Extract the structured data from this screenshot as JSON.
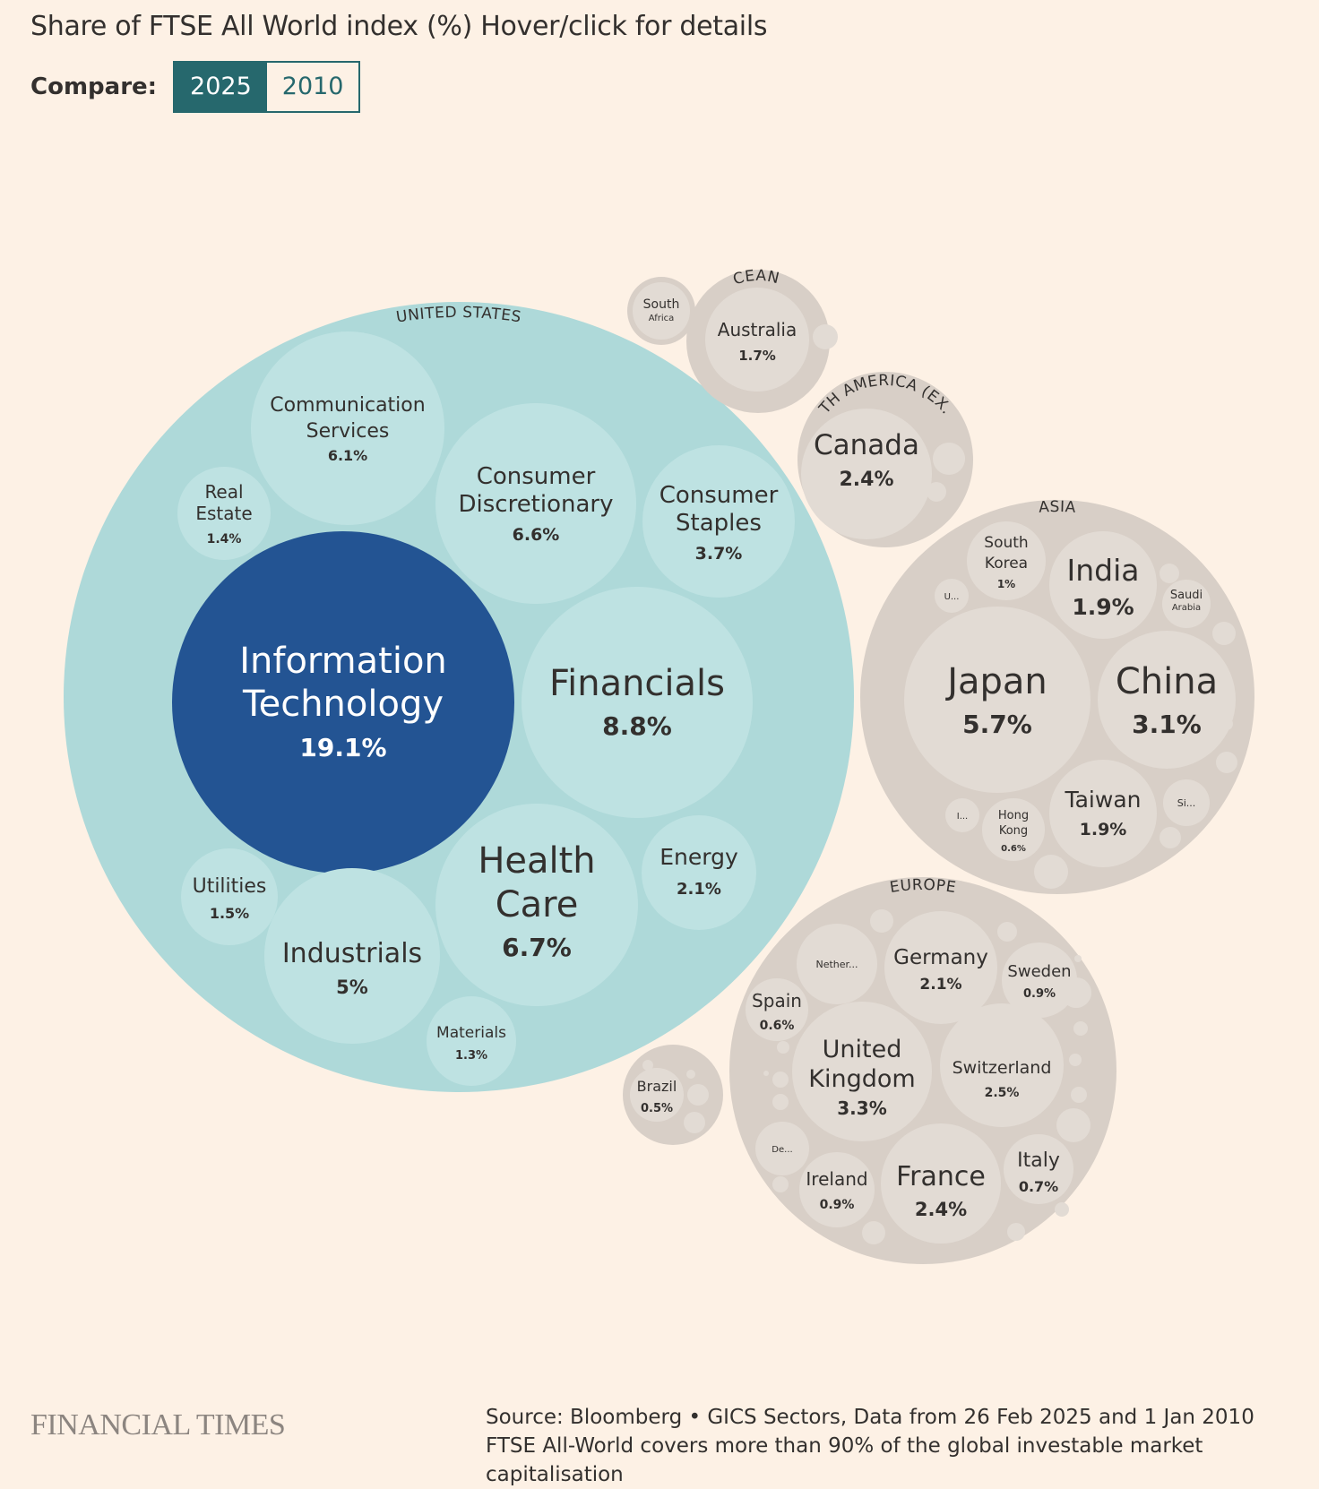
{
  "header": {
    "title": "Share of FTSE All World index (%) Hover/click for details"
  },
  "compare": {
    "label": "Compare:",
    "options": [
      "2025",
      "2010"
    ],
    "selected": "2025"
  },
  "colors": {
    "background": "#fdf1e5",
    "us_group": "#aed9d9",
    "us_sector": "#bee2e2",
    "highlight": "#235493",
    "other_group": "#d8cfc7",
    "other_item": "#e2dbd4",
    "toggle": "#26686d"
  },
  "chart_data": {
    "type": "bubble",
    "unit": "%",
    "groups": [
      {
        "name": "UNITED STATES",
        "children": [
          {
            "name": "Information Technology",
            "value": 19.1,
            "label": "19.1%",
            "highlight": true
          },
          {
            "name": "Financials",
            "value": 8.8,
            "label": "8.8%"
          },
          {
            "name": "Health Care",
            "value": 6.7,
            "label": "6.7%"
          },
          {
            "name": "Consumer Discretionary",
            "value": 6.6,
            "label": "6.6%"
          },
          {
            "name": "Communication Services",
            "value": 6.1,
            "label": "6.1%"
          },
          {
            "name": "Industrials",
            "value": 5,
            "label": "5%"
          },
          {
            "name": "Consumer Staples",
            "value": 3.7,
            "label": "3.7%"
          },
          {
            "name": "Energy",
            "value": 2.1,
            "label": "2.1%"
          },
          {
            "name": "Utilities",
            "value": 1.5,
            "label": "1.5%"
          },
          {
            "name": "Real Estate",
            "value": 1.4,
            "label": "1.4%"
          },
          {
            "name": "Materials",
            "value": 1.3,
            "label": "1.3%"
          }
        ]
      },
      {
        "name": "ASIA",
        "children": [
          {
            "name": "Japan",
            "value": 5.7,
            "label": "5.7%"
          },
          {
            "name": "China",
            "value": 3.1,
            "label": "3.1%"
          },
          {
            "name": "India",
            "value": 1.9,
            "label": "1.9%"
          },
          {
            "name": "Taiwan",
            "value": 1.9,
            "label": "1.9%"
          },
          {
            "name": "South Korea",
            "value": 1,
            "label": "1%"
          },
          {
            "name": "Hong Kong",
            "value": 0.6,
            "label": "0.6%"
          },
          {
            "name": "Saudi Arabia",
            "value": null,
            "label": ""
          },
          {
            "name": "U...",
            "value": null,
            "label": ""
          },
          {
            "name": "I...",
            "value": null,
            "label": ""
          },
          {
            "name": "Si...",
            "value": null,
            "label": ""
          }
        ]
      },
      {
        "name": "EUROPE",
        "children": [
          {
            "name": "United Kingdom",
            "value": 3.3,
            "label": "3.3%"
          },
          {
            "name": "Switzerland",
            "value": 2.5,
            "label": "2.5%"
          },
          {
            "name": "France",
            "value": 2.4,
            "label": "2.4%"
          },
          {
            "name": "Germany",
            "value": 2.1,
            "label": "2.1%"
          },
          {
            "name": "Sweden",
            "value": 0.9,
            "label": "0.9%"
          },
          {
            "name": "Ireland",
            "value": 0.9,
            "label": "0.9%"
          },
          {
            "name": "Italy",
            "value": 0.7,
            "label": "0.7%"
          },
          {
            "name": "Spain",
            "value": 0.6,
            "label": "0.6%"
          },
          {
            "name": "Nether...",
            "value": null,
            "label": ""
          },
          {
            "name": "De...",
            "value": null,
            "label": ""
          }
        ]
      },
      {
        "name": "NORTH AMERICA (EX. US)",
        "children": [
          {
            "name": "Canada",
            "value": 2.4,
            "label": "2.4%"
          }
        ]
      },
      {
        "name": "OCEANIA",
        "children": [
          {
            "name": "Australia",
            "value": 1.7,
            "label": "1.7%"
          }
        ]
      },
      {
        "name": "",
        "children": [
          {
            "name": "South Africa",
            "value": null,
            "label": ""
          }
        ]
      },
      {
        "name": "",
        "children": [
          {
            "name": "Brazil",
            "value": 0.5,
            "label": "0.5%"
          }
        ]
      }
    ]
  },
  "footer": {
    "logo": "FINANCIAL TIMES",
    "source_line1": "Source: Bloomberg • GICS Sectors, Data from 26 Feb 2025 and 1 Jan 2010",
    "source_line2": "FTSE All-World covers more than 90% of the global investable market capitalisation"
  }
}
